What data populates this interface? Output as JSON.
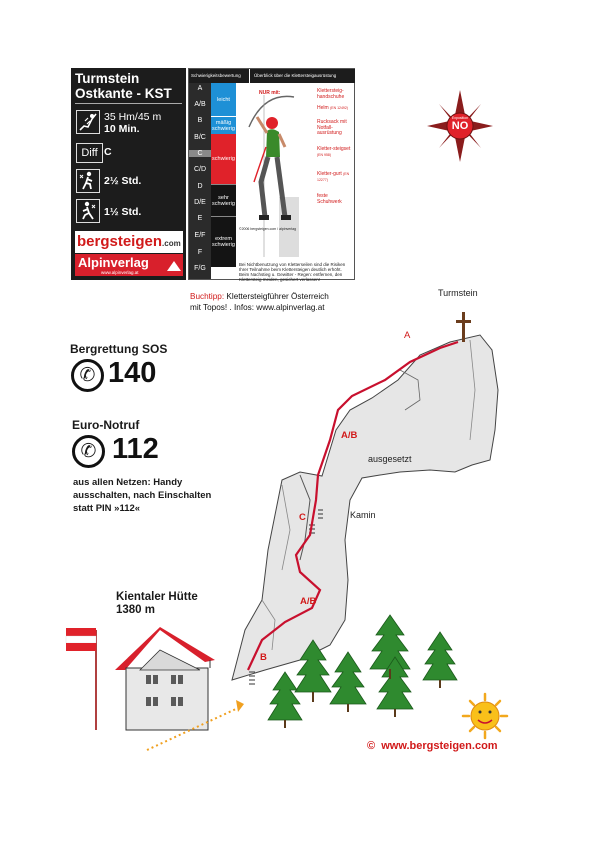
{
  "card": {
    "title_line1": "Turmstein",
    "title_line2": "Ostkante - KST",
    "stats": [
      {
        "icon": "ascent-icon",
        "line1": "35 Hm/45 m",
        "line2": "10 Min."
      },
      {
        "icon": "difficulty-icon",
        "badge": "Diff",
        "line1": "C"
      },
      {
        "icon": "approach-hiker-icon",
        "line1": "2½ Std."
      },
      {
        "icon": "descent-hiker-icon",
        "line1": "1½ Std."
      }
    ],
    "logo_bergsteigen": "bergsteigen",
    "logo_bergsteigen_tld": ".com",
    "logo_alpinverlag": "Alpinverlag",
    "logo_alpinverlag_url": "www.alpinverlag.at"
  },
  "scale": {
    "header_left": "Schwierigkeitsbewertung",
    "header_right": "Überblick über die Klettersteigausrüstung",
    "grades": [
      "A",
      "A/B",
      "B",
      "B/C",
      "C",
      "C/D",
      "D",
      "D/E",
      "E",
      "E/F",
      "F",
      "F/G"
    ],
    "bands": [
      {
        "label": "leicht",
        "color": "#1e90d6"
      },
      {
        "label": "mäßig schwierig",
        "color": "#1e90d6"
      },
      {
        "label": "schwierig",
        "color": "#e0222a"
      },
      {
        "label": "sehr schwierig",
        "color": "#141414"
      },
      {
        "label": "extrem schwierig",
        "color": "#141414"
      }
    ],
    "note_only": "NUR mit:",
    "gear": [
      {
        "name": "Klettersteig-handschuhe",
        "detail": ""
      },
      {
        "name": "Helm",
        "detail": "(EN 12492)"
      },
      {
        "name": "Rucksack mit Notfall-ausrüstung",
        "detail": ""
      },
      {
        "name": "Kletter-steigset",
        "detail": "(EN 958)"
      },
      {
        "name": "Kletter-gurt",
        "detail": "(EN 12277)"
      },
      {
        "name": "feste Schuhwerk",
        "detail": ""
      }
    ],
    "footer": "Bei Nichtbenutzung von Kletterseilen sind die Risiken Ihrer Teilnahme beim Klettersteigen deutlich erhöht. Beim Nachstieg u. Gewitter - Regen: entfernen, den Klettersteig meiden, gesichert verlassen!",
    "imprint": "©2006 bergsteigen.com / alpinverlag"
  },
  "book": {
    "label": "Buchtipp:",
    "text1": "Klettersteigführer Österreich",
    "text2": "mit Topos! . Infos: www.alpinverlag.at"
  },
  "compass": {
    "label": "NO",
    "sublabel": "Exposition"
  },
  "emergency": {
    "sos_title": "Bergrettung SOS",
    "sos_number": "140",
    "euro_title": "Euro-Notruf",
    "euro_number": "112",
    "note_line1": "aus allen Netzen: Handy",
    "note_line2": "ausschalten, nach Einschalten",
    "note_line3": "statt PIN »112«"
  },
  "topo": {
    "summit": "Turmstein",
    "grade_top": "A",
    "grade_upper": "A/B",
    "note_exposed": "ausgesetzt",
    "grade_mid": "C",
    "note_chimney": "Kamin",
    "grade_lower": "A/B",
    "grade_start": "B",
    "hut_line1": "Kientaler Hütte",
    "hut_line2": "1380 m",
    "flag_colors": [
      "#e0222a",
      "#ffffff",
      "#e0222a"
    ],
    "accent": "#c8102e"
  },
  "credit": {
    "symbol": "©",
    "url": "www.bergsteigen.com"
  }
}
